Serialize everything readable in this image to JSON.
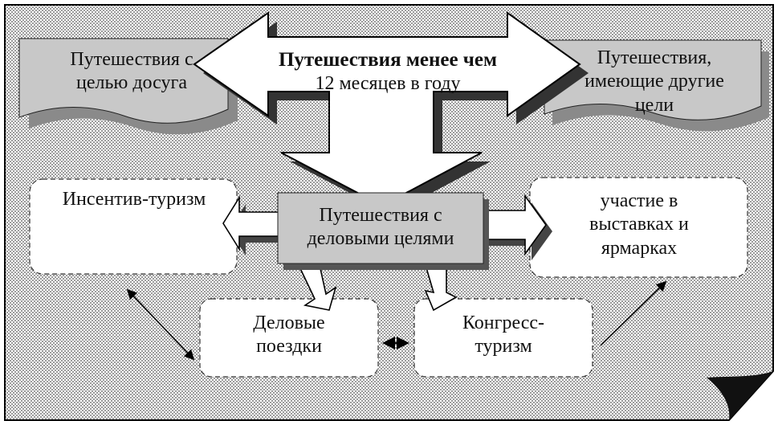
{
  "center": {
    "title": "Путешествия менее чем",
    "subtitle": "12 месяцев в году"
  },
  "top_left": {
    "line1": "Путешествия с",
    "line2": "целью досуга"
  },
  "top_right": {
    "line1": "Путешествия,",
    "line2": "имеющие другие",
    "line3": "цели"
  },
  "business": {
    "line1": "Путешествия с",
    "line2": "деловыми целями"
  },
  "incentive": {
    "label": "Инсентив-туризм"
  },
  "exhibitions": {
    "line1": "участие в",
    "line2": "выставках и",
    "line3": "ярмарках"
  },
  "business_trips": {
    "line1": "Деловые",
    "line2": "поездки"
  },
  "congress": {
    "line1": "Конгресс-",
    "line2": "туризм"
  },
  "colors": {
    "grey_box": "#c8c8c8",
    "shadow": "#8a8a8a",
    "border": "#222222"
  }
}
